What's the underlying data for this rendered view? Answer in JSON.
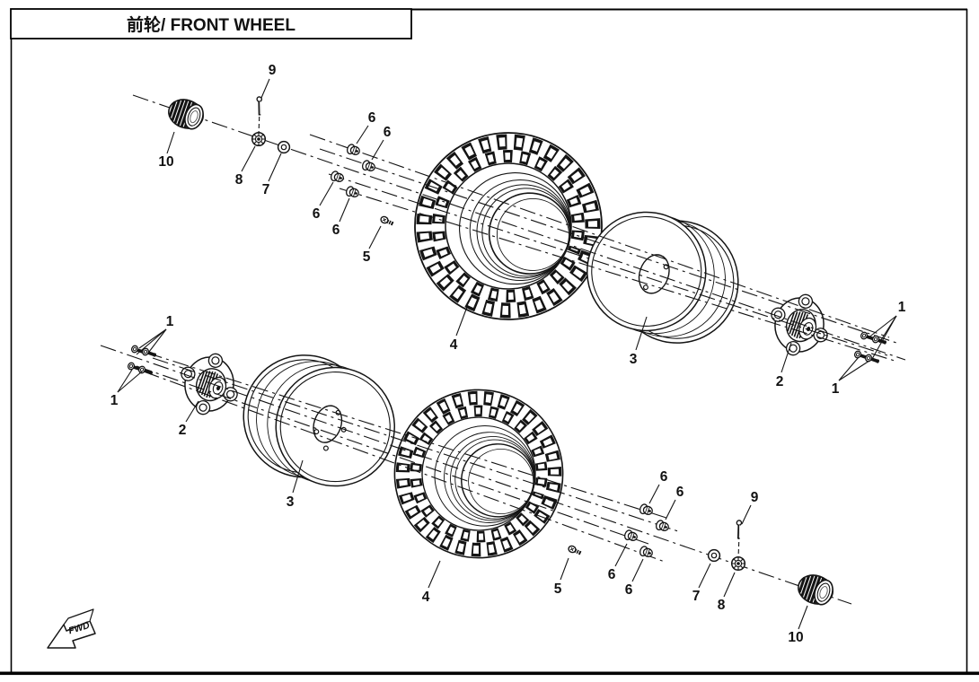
{
  "header": {
    "title": "前轮/ FRONT WHEEL"
  },
  "diagram": {
    "fwd_label": "FWD",
    "numbers": {
      "n1": "1",
      "n2": "2",
      "n3": "3",
      "n4": "4",
      "n5": "5",
      "n6": "6",
      "n7": "7",
      "n8": "8",
      "n9": "9",
      "n10": "10"
    }
  },
  "colors": {
    "line": "#141414",
    "background": "#ffffff"
  }
}
